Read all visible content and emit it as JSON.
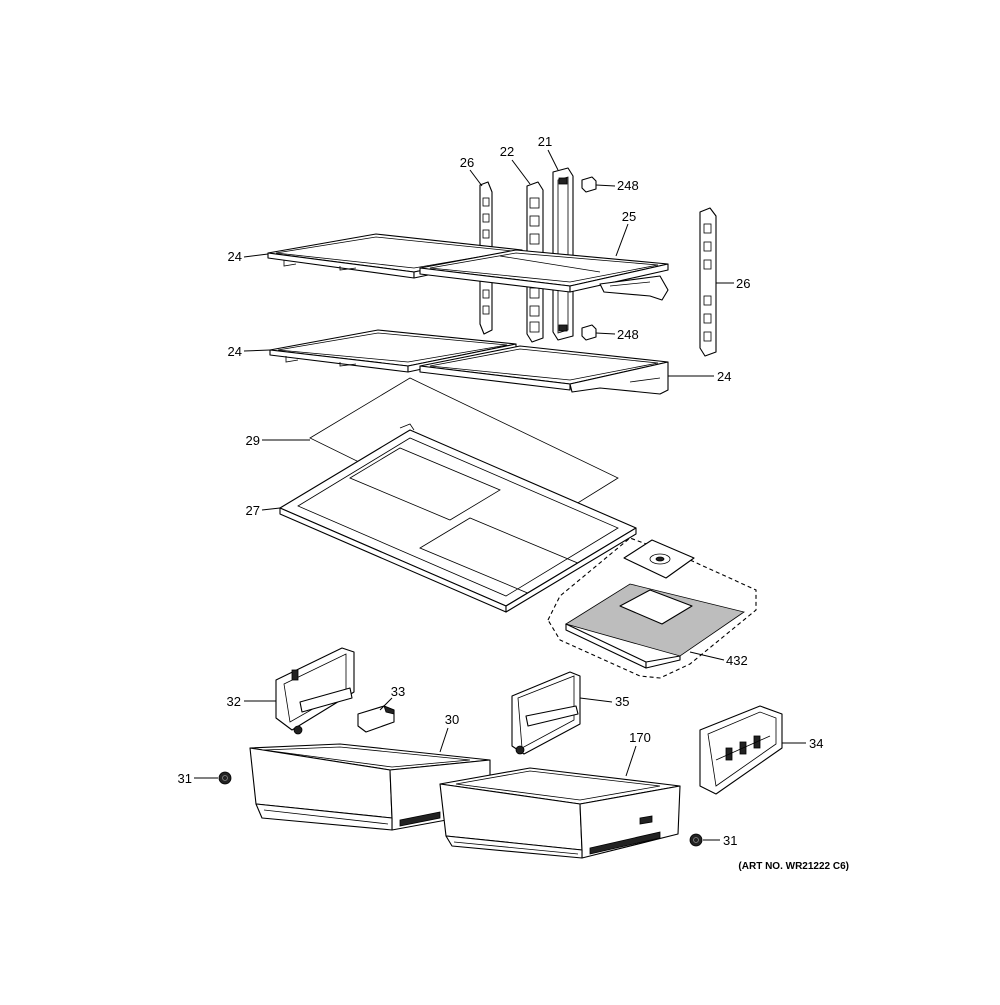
{
  "diagram": {
    "art_number": "(ART NO. WR21222 C6)",
    "callouts": {
      "c21": "21",
      "c22": "22",
      "c26_left": "26",
      "c248_top": "248",
      "c25": "25",
      "c24_top_left": "24",
      "c26_right": "26",
      "c248_bottom": "248",
      "c24_mid_left": "24",
      "c24_mid_right": "24",
      "c29": "29",
      "c27": "27",
      "c432": "432",
      "c32": "32",
      "c33": "33",
      "c30": "30",
      "c35": "35",
      "c170": "170",
      "c34": "34",
      "c31_left": "31",
      "c31_right": "31"
    }
  }
}
